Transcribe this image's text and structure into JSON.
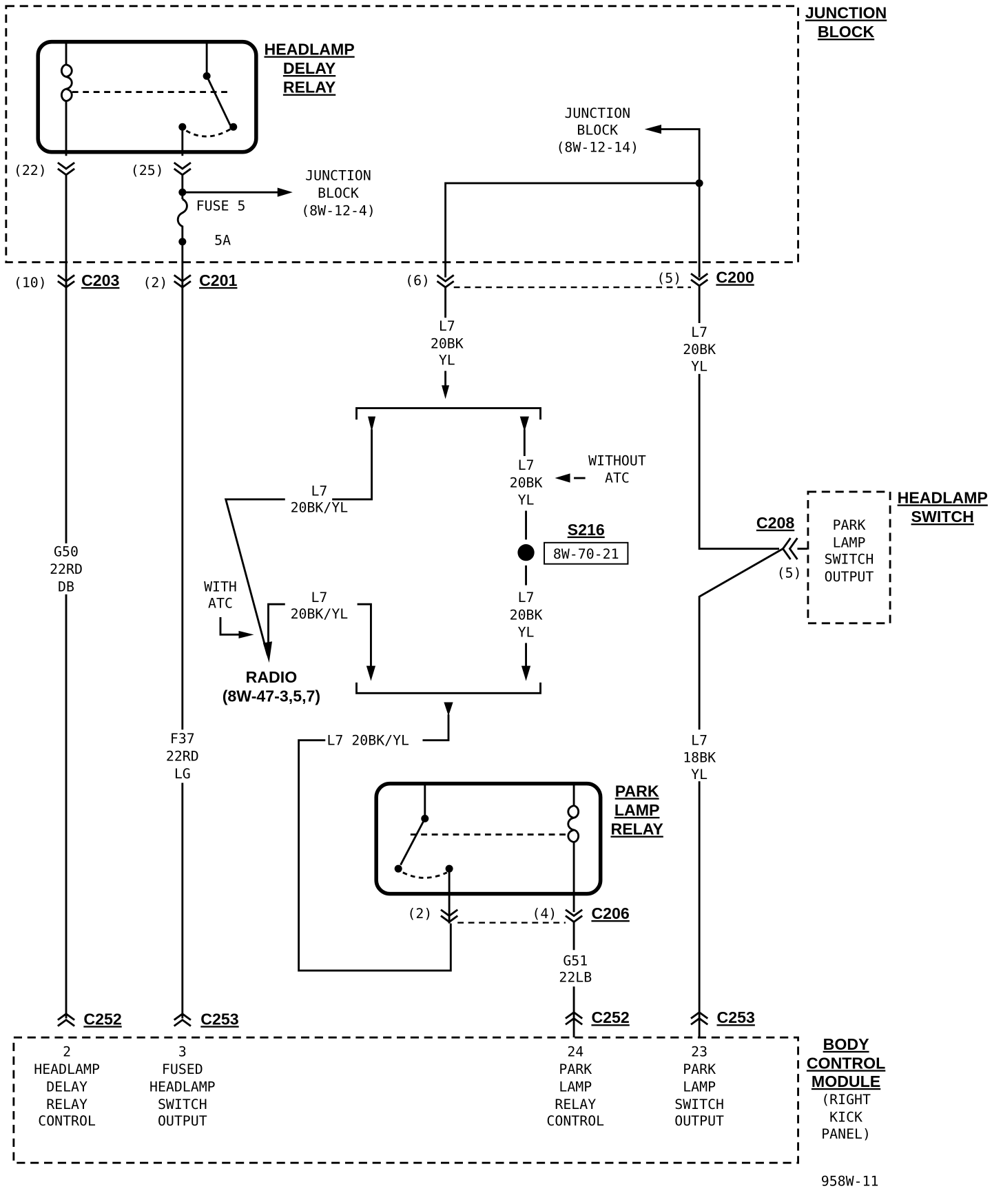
{
  "diagram_id": "958W-11",
  "junction_block": {
    "title": [
      "JUNCTION",
      "BLOCK"
    ],
    "ref_fuse": [
      "JUNCTION",
      "BLOCK",
      "(8W-12-4)"
    ],
    "ref_top": [
      "JUNCTION",
      "BLOCK",
      "(8W-12-14)"
    ],
    "fuse_label": "FUSE 5",
    "fuse_rating": "5A"
  },
  "headlamp_delay_relay": {
    "title": [
      "HEADLAMP",
      "DELAY",
      "RELAY"
    ],
    "pin_coil": "(22)",
    "pin_switch": "(25)"
  },
  "connectors": {
    "c203": {
      "name": "C203",
      "pin": "(10)"
    },
    "c201": {
      "name": "C201",
      "pin": "(2)"
    },
    "c200": {
      "name": "C200",
      "pin_left": "(6)",
      "pin_right": "(5)"
    },
    "c208": {
      "name": "C208",
      "pin": "(5)"
    },
    "c206": {
      "name": "C206",
      "pin_left": "(2)",
      "pin_right": "(4)"
    },
    "c252_left": {
      "name": "C252"
    },
    "c253_left": {
      "name": "C253"
    },
    "c252_right": {
      "name": "C252"
    },
    "c253_right": {
      "name": "C253"
    }
  },
  "wires": {
    "g50": [
      "G50",
      "22RD",
      "DB"
    ],
    "f37": [
      "F37",
      "22RD",
      "LG"
    ],
    "l7_c200_left": [
      "L7",
      "20BK",
      "YL"
    ],
    "l7_c200_right": [
      "L7",
      "20BK",
      "YL"
    ],
    "l7_upper_left": [
      "L7",
      "20BK/YL"
    ],
    "l7_lower_left": [
      "L7",
      "20BK/YL"
    ],
    "l7_upper_right": [
      "L7",
      "20BK",
      "YL"
    ],
    "l7_lower_right": [
      "L7",
      "20BK",
      "YL"
    ],
    "l7_bottom": "L7  20BK/YL",
    "l7_18bk": [
      "L7",
      "18BK",
      "YL"
    ],
    "g51": [
      "G51",
      "22LB"
    ]
  },
  "options": {
    "without_atc": [
      "WITHOUT",
      "ATC"
    ],
    "with_atc": [
      "WITH",
      "ATC"
    ]
  },
  "splice": {
    "name": "S216",
    "ref": "8W-70-21"
  },
  "radio": {
    "title": "RADIO",
    "ref": "(8W-47-3,5,7)"
  },
  "headlamp_switch": {
    "title": [
      "HEADLAMP",
      "SWITCH"
    ],
    "function": [
      "PARK",
      "LAMP",
      "SWITCH",
      "OUTPUT"
    ]
  },
  "park_lamp_relay": {
    "title": [
      "PARK",
      "LAMP",
      "RELAY"
    ]
  },
  "bcm": {
    "title": [
      "BODY",
      "CONTROL",
      "MODULE"
    ],
    "location": [
      "(RIGHT",
      "KICK",
      "PANEL)"
    ],
    "pins": [
      {
        "num": "2",
        "label": [
          "HEADLAMP",
          "DELAY",
          "RELAY",
          "CONTROL"
        ]
      },
      {
        "num": "3",
        "label": [
          "FUSED",
          "HEADLAMP",
          "SWITCH",
          "OUTPUT"
        ]
      },
      {
        "num": "24",
        "label": [
          "PARK",
          "LAMP",
          "RELAY",
          "CONTROL"
        ]
      },
      {
        "num": "23",
        "label": [
          "PARK",
          "LAMP",
          "SWITCH",
          "OUTPUT"
        ]
      }
    ]
  }
}
